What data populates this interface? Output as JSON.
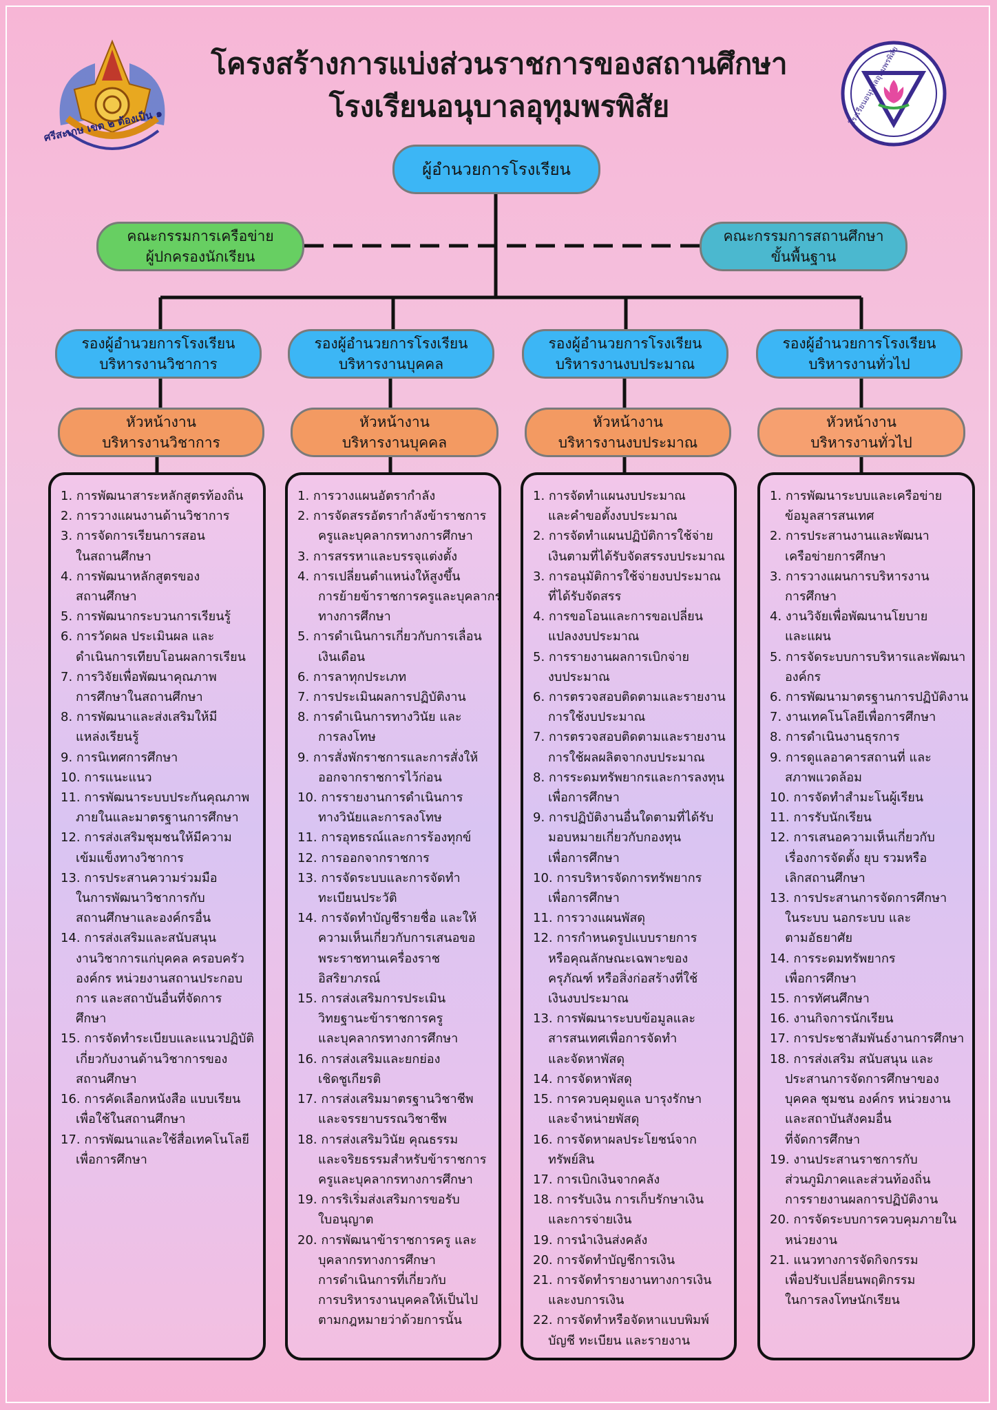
{
  "header": {
    "title_line1": "โครงสร้างการแบ่งส่วนราชการของสถานศึกษา",
    "title_line2": "โรงเรียนอนุบาลอุทุมพรพิสัย"
  },
  "logos": {
    "left_caption": "ศรีสะเกษ เขต ๒ ต้องเป็น ๑",
    "right_caption": "โรงเรียนอนุบาลอุทุมพรพิสัย"
  },
  "director": [
    "ผู้อำนวยการโรงเรียน"
  ],
  "committee_left": [
    "คณะกรรมการเครือข่าย",
    "ผู้ปกครองนักเรียน"
  ],
  "committee_right": [
    "คณะกรรมการสถานศึกษา",
    "ขั้นพื้นฐาน"
  ],
  "deputies": [
    [
      "รองผู้อำนวยการโรงเรียน",
      "บริหารงานวิชาการ"
    ],
    [
      "รองผู้อำนวยการโรงเรียน",
      "บริหารงานบุคคล"
    ],
    [
      "รองผู้อำนวยการโรงเรียน",
      "บริหารงานงบประมาณ"
    ],
    [
      "รองผู้อำนวยการโรงเรียน",
      "บริหารงานทั่วไป"
    ]
  ],
  "heads": [
    [
      "หัวหน้างาน",
      "บริหารงานวิชาการ"
    ],
    [
      "หัวหน้างาน",
      "บริหารงานบุคคล"
    ],
    [
      "หัวหน้างาน",
      "บริหารงานงบประมาณ"
    ],
    [
      "หัวหน้างาน",
      "บริหารงานทั่วไป"
    ]
  ],
  "columns": [
    [
      [
        "1. การพัฒนาสาระหลักสูตรท้องถิ่น"
      ],
      [
        "2. การวางแผนงานด้านวิชาการ"
      ],
      [
        "3. การจัดการเรียนการสอน",
        "ในสถานศึกษา"
      ],
      [
        "4. การพัฒนาหลักสูตรของ",
        "สถานศึกษา"
      ],
      [
        "5. การพัฒนากระบวนการเรียนรู้"
      ],
      [
        "6. การวัดผล ประเมินผล และ",
        "ดำเนินการเทียบโอนผลการเรียน"
      ],
      [
        "7. การวิจัยเพื่อพัฒนาคุณภาพ",
        "การศึกษาในสถานศึกษา"
      ],
      [
        "8. การพัฒนาและส่งเสริมให้มี",
        "แหล่งเรียนรู้"
      ],
      [
        "9. การนิเทศการศึกษา"
      ],
      [
        "10. การแนะแนว"
      ],
      [
        "11. การพัฒนาระบบประกันคุณภาพ",
        "ภายในและมาตรฐานการศึกษา"
      ],
      [
        "12. การส่งเสริมชุมชนให้มีความ",
        "เข้มแข็งทางวิชาการ"
      ],
      [
        "13. การประสานความร่วมมือ",
        "ในการพัฒนาวิชาการกับ",
        "สถานศึกษาและองค์กรอื่น"
      ],
      [
        "14. การส่งเสริมและสนับสนุน",
        "งานวิชาการแก่บุคคล ครอบครัว",
        "องค์กร หน่วยงานสถานประกอบ",
        "การ และสถาบันอื่นที่จัดการ",
        "ศึกษา"
      ],
      [
        "15. การจัดทำระเบียบและแนวปฏิบัติ",
        "เกี่ยวกับงานด้านวิชาการของ",
        "สถานศึกษา"
      ],
      [
        "16. การคัดเลือกหนังสือ แบบเรียน",
        "เพื่อใช้ในสถานศึกษา"
      ],
      [
        "17. การพัฒนาและใช้สื่อเทคโนโลยี",
        "เพื่อการศึกษา"
      ]
    ],
    [
      [
        "1. การวางแผนอัตรากำลัง"
      ],
      [
        "2. การจัดสรรอัตรากำลังข้าราชการ",
        "ครูและบุคลากรทางการศึกษา"
      ],
      [
        "3. การสรรหาและบรรจุแต่งตั้ง"
      ],
      [
        "4. การเปลี่ยนตำแหน่งให้สูงขึ้น",
        "การย้ายข้าราชการครูและบุคลากร",
        "ทางการศึกษา"
      ],
      [
        "5. การดำเนินการเกี่ยวกับการเลื่อน",
        "เงินเดือน"
      ],
      [
        "6. การลาทุกประเภท"
      ],
      [
        "7. การประเมินผลการปฏิบัติงาน"
      ],
      [
        "8. การดำเนินการทางวินัย และ",
        "การลงโทษ"
      ],
      [
        "9. การสั่งพักราชการและการสั่งให้",
        "ออกจากราชการไว้ก่อน"
      ],
      [
        "10. การรายงานการดำเนินการ",
        "ทางวินัยและการลงโทษ"
      ],
      [
        "11. การอุทธรณ์และการร้องทุกข์"
      ],
      [
        "12. การออกจากราชการ"
      ],
      [
        "13. การจัดระบบและการจัดทำ",
        "ทะเบียนประวัติ"
      ],
      [
        "14. การจัดทำบัญชีรายชื่อ และให้",
        "ความเห็นเกี่ยวกับการเสนอขอ",
        "พระราชทานเครื่องราช",
        "อิสริยาภรณ์"
      ],
      [
        "15. การส่งเสริมการประเมิน",
        "วิทยฐานะข้าราชการครู",
        "และบุคลากรทางการศึกษา"
      ],
      [
        "16. การส่งเสริมและยกย่อง",
        "เชิดชูเกียรติ"
      ],
      [
        "17. การส่งเสริมมาตรฐานวิชาชีพ",
        "และจรรยาบรรณวิชาชีพ"
      ],
      [
        "18. การส่งเสริมวินัย คุณธรรม",
        "และจริยธรรมสำหรับข้าราชการ",
        "ครูและบุคลากรทางการศึกษา"
      ],
      [
        "19. การริเริ่มส่งเสริมการขอรับ",
        "ใบอนุญาต"
      ],
      [
        "20. การพัฒนาข้าราชการครู และ",
        "บุคลากรทางการศึกษา",
        "การดำเนินการที่เกี่ยวกับ",
        "การบริหารงานบุคคลให้เป็นไป",
        "ตามกฎหมายว่าด้วยการนั้น"
      ]
    ],
    [
      [
        "1. การจัดทำแผนงบประมาณ",
        "และคำขอตั้งงบประมาณ"
      ],
      [
        "2. การจัดทำแผนปฏิบัติการใช้จ่าย",
        "เงินตามที่ได้รับจัดสรรงบประมาณ"
      ],
      [
        "3. การอนุมัติการใช้จ่ายงบประมาณ",
        "ที่ได้รับจัดสรร"
      ],
      [
        "4. การขอโอนและการขอเปลี่ยน",
        "แปลงงบประมาณ"
      ],
      [
        "5. การรายงานผลการเบิกจ่าย",
        "งบประมาณ"
      ],
      [
        "6. การตรวจสอบติดตามและรายงาน",
        "การใช้งบประมาณ"
      ],
      [
        "7. การตรวจสอบติดตามและรายงาน",
        "การใช้ผลผลิตจากงบประมาณ"
      ],
      [
        "8. การระดมทรัพยากรและการลงทุน",
        "เพื่อการศึกษา"
      ],
      [
        "9. การปฏิบัติงานอื่นใดตามที่ได้รับ",
        "มอบหมายเกี่ยวกับกองทุน",
        "เพื่อการศึกษา"
      ],
      [
        "10. การบริหารจัดการทรัพยากร",
        "เพื่อการศึกษา"
      ],
      [
        "11. การวางแผนพัสดุ"
      ],
      [
        "12. การกำหนดรูปแบบรายการ",
        "หรือคุณลักษณะเฉพาะของ",
        "ครุภัณฑ์ หรือสิ่งก่อสร้างที่ใช้",
        "เงินงบประมาณ"
      ],
      [
        "13. การพัฒนาระบบข้อมูลและ",
        "สารสนเทศเพื่อการจัดทำ",
        "และจัดหาพัสดุ"
      ],
      [
        "14. การจัดหาพัสดุ"
      ],
      [
        "15. การควบคุมดูแล บารุงรักษา",
        "และจำหน่ายพัสดุ"
      ],
      [
        "16. การจัดหาผลประโยชน์จาก",
        "ทรัพย์สิน"
      ],
      [
        "17. การเบิกเงินจากคลัง"
      ],
      [
        "18. การรับเงิน การเก็บรักษาเงิน",
        "และการจ่ายเงิน"
      ],
      [
        "19. การนำเงินส่งคลัง"
      ],
      [
        "20. การจัดทำบัญชีการเงิน"
      ],
      [
        "21. การจัดทำรายงานทางการเงิน",
        "และงบการเงิน"
      ],
      [
        "22. การจัดทำหรือจัดหาแบบพิมพ์",
        "บัญชี ทะเบียน และรายงาน"
      ]
    ],
    [
      [
        "1. การพัฒนาระบบและเครือข่าย",
        "ข้อมูลสารสนเทศ"
      ],
      [
        "2. การประสานงานและพัฒนา",
        "เครือข่ายการศึกษา"
      ],
      [
        "3. การวางแผนการบริหารงาน",
        "การศึกษา"
      ],
      [
        "4. งานวิจัยเพื่อพัฒนานโยบาย",
        "และแผน"
      ],
      [
        "5. การจัดระบบการบริหารและพัฒนา",
        "องค์กร"
      ],
      [
        "6. การพัฒนามาตรฐานการปฏิบัติงาน"
      ],
      [
        "7. งานเทคโนโลยีเพื่อการศึกษา"
      ],
      [
        "8. การดำเนินงานธุรการ"
      ],
      [
        "9. การดูแลอาคารสถานที่ และ",
        "สภาพแวดล้อม"
      ],
      [
        "10. การจัดทำสำมะโนผู้เรียน"
      ],
      [
        "11. การรับนักเรียน"
      ],
      [
        "12. การเสนอความเห็นเกี่ยวกับ",
        "เรื่องการจัดตั้ง ยุบ รวมหรือ",
        "เลิกสถานศึกษา"
      ],
      [
        "13. การประสานการจัดการศึกษา",
        "ในระบบ นอกระบบ และ",
        "ตามอัธยาศัย"
      ],
      [
        "14. การระดมทรัพยากร",
        "เพื่อการศึกษา"
      ],
      [
        "15. การทัศนศึกษา"
      ],
      [
        "16. งานกิจการนักเรียน"
      ],
      [
        "17. การประชาสัมพันธ์งานการศึกษา"
      ],
      [
        "18. การส่งเสริม สนับสนุน และ",
        "ประสานการจัดการศึกษาของ",
        "บุคคล ชุมชน องค์กร หน่วยงาน",
        "และสถาบันสังคมอื่น",
        "ที่จัดการศึกษา"
      ],
      [
        "19. งานประสานราชการกับ",
        "ส่วนภูมิภาคและส่วนท้องถิ่น",
        "การรายงานผลการปฏิบัติงาน"
      ],
      [
        "20. การจัดระบบการควบคุมภายใน",
        "หน่วยงาน"
      ],
      [
        "21. แนวทางการจัดกิจกรรม",
        "เพื่อปรับเปลี่ยนพฤติกรรม",
        "ในการลงโทษนักเรียน"
      ]
    ]
  ],
  "colors": {
    "director": "#3cb6f5",
    "committee_left": "#67cf62",
    "committee_right": "#4bb8cf",
    "deputy": "#3cb6f5",
    "head": "#f39a62"
  }
}
